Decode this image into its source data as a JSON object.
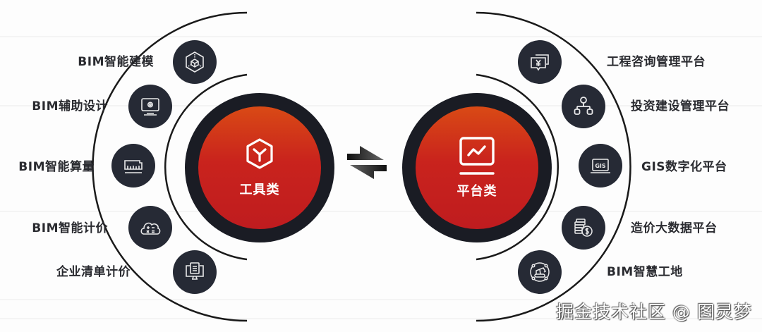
{
  "left_group": {
    "hub": {
      "title": "工具类",
      "icon": "hexagon-y-icon"
    },
    "items": [
      {
        "label": "BIM智能建模",
        "icon": "3d-cube-icon"
      },
      {
        "label": "BIM辅助设计",
        "icon": "monitor-gear-icon"
      },
      {
        "label": "BIM智能算量",
        "icon": "ruler-measure-icon"
      },
      {
        "label": "BIM智能计价",
        "icon": "cloud-calculator-icon"
      },
      {
        "label": "企业清单计价",
        "icon": "monitor-document-icon"
      }
    ]
  },
  "right_group": {
    "hub": {
      "title": "平台类",
      "icon": "monitor-chart-icon"
    },
    "items": [
      {
        "label": "工程咨询管理平台",
        "icon": "yen-chat-icon"
      },
      {
        "label": "投资建设管理平台",
        "icon": "org-chart-icon"
      },
      {
        "label": "GIS数字化平台",
        "icon": "laptop-gis-icon",
        "icon_text": "GIS"
      },
      {
        "label": "造价大数据平台",
        "icon": "coins-dollar-icon"
      },
      {
        "label": "BIM智慧工地",
        "icon": "excavator-icon"
      }
    ]
  },
  "connector": {
    "icon": "swap-arrows-icon"
  },
  "watermark": "掘金技术社区 @ 图灵梦",
  "colors": {
    "hub_ring": "#1a1c24",
    "hub_red_top": "#d94a15",
    "hub_red_bottom": "#bf1c1f",
    "icon_circle": "#262a35",
    "text": "#2a2b30",
    "arc": "#1a1a1a"
  }
}
